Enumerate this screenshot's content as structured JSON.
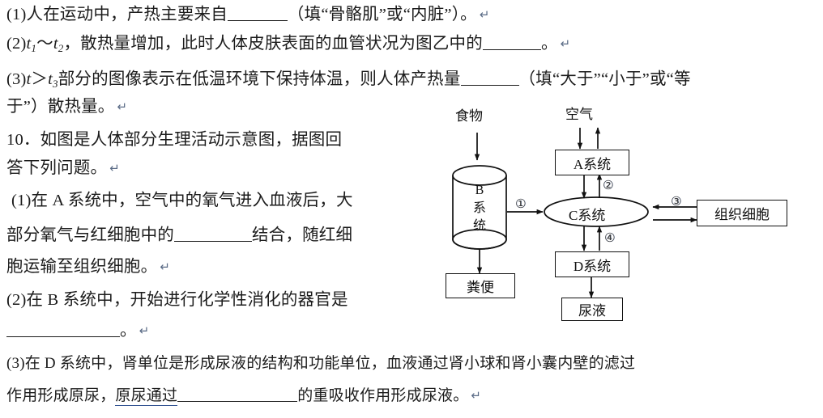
{
  "document": {
    "background": "#ffffff",
    "text_color": "#1b1b1b",
    "link_underline_color": "#2d4e8f",
    "pilcrow_color": "#5a6b86"
  },
  "questions": [
    {
      "id": "q9-1",
      "prefix": "(1)",
      "text_before_blank": "人在运动中，产热主要来自",
      "blank": true,
      "text_after_blank": "（填“骨骼肌”或“内脏”）。",
      "pilcrow": "↵"
    },
    {
      "id": "q9-2",
      "prefix": "(2)",
      "var_a": "t",
      "var_a_sub": "1",
      "tilde": "～",
      "var_b": "t",
      "var_b_sub": "2",
      "text_before_blank": "，散热量增加，此时人体皮肤表面的血管状况为图乙中的",
      "blank": true,
      "text_after_blank": "。",
      "pilcrow": "↵"
    },
    {
      "id": "q9-3",
      "prefix": "(3)",
      "var_a": "t",
      "gt": "＞",
      "var_b": "t",
      "var_b_sub": "3",
      "text_before_blank": "部分的图像表示在低温环境下保持体温，则人体产热量",
      "blank": true,
      "text_after_blank": "（填“大于”“小于”或“等",
      "continuation": "于”）散热量。",
      "pilcrow": "↵"
    }
  ],
  "question10": {
    "number": "10．",
    "stem_line1": "如图是人体部分生理活动示意图，据图回",
    "stem_line2": "答下列问题。",
    "stem_pilcrow": "↵",
    "sub1": {
      "prefix": "(1)",
      "line1": "在 A 系统中，空气中的氧气进入血液后，大",
      "line2_before_blank": "部分氧气与红细胞中的",
      "blank": true,
      "line2_after_blank": "结合，随红细",
      "line3": "胞运输至组织细胞。",
      "pilcrow": "↵"
    },
    "sub2": {
      "prefix": "(2)",
      "line1": "在 B 系统中，开始进行化学性消化的器官是",
      "blank": true,
      "line2_after_blank": "。",
      "pilcrow": "↵"
    },
    "sub3": {
      "prefix": "(3)",
      "line1": "在 D 系统中，肾单位是形成尿液的结构和功能单位，血液通过肾小球和肾小囊内壁的滤过",
      "line2_before_link": "作用形成原尿，",
      "link_text": "原尿通过",
      "blank": true,
      "line2_after_blank": "的重吸收作用形成尿液。",
      "pilcrow": "↵"
    }
  },
  "diagram": {
    "name": "人体部分生理活动示意图",
    "nodes": {
      "food": "食物",
      "air": "空气",
      "system_b": "B\n系\n统",
      "system_b_letter": "B",
      "system_b_line2": "系",
      "system_b_line3": "统",
      "feces": "粪便",
      "system_a": "A系统",
      "system_c": "C系统",
      "system_d": "D系统",
      "urine": "尿液",
      "tissue_cells": "组织细胞"
    },
    "markers": {
      "m1": "①",
      "m2": "②",
      "m3": "③",
      "m4": "④"
    },
    "stroke_color": "#111111",
    "marker_color": "#3a3a3a"
  }
}
